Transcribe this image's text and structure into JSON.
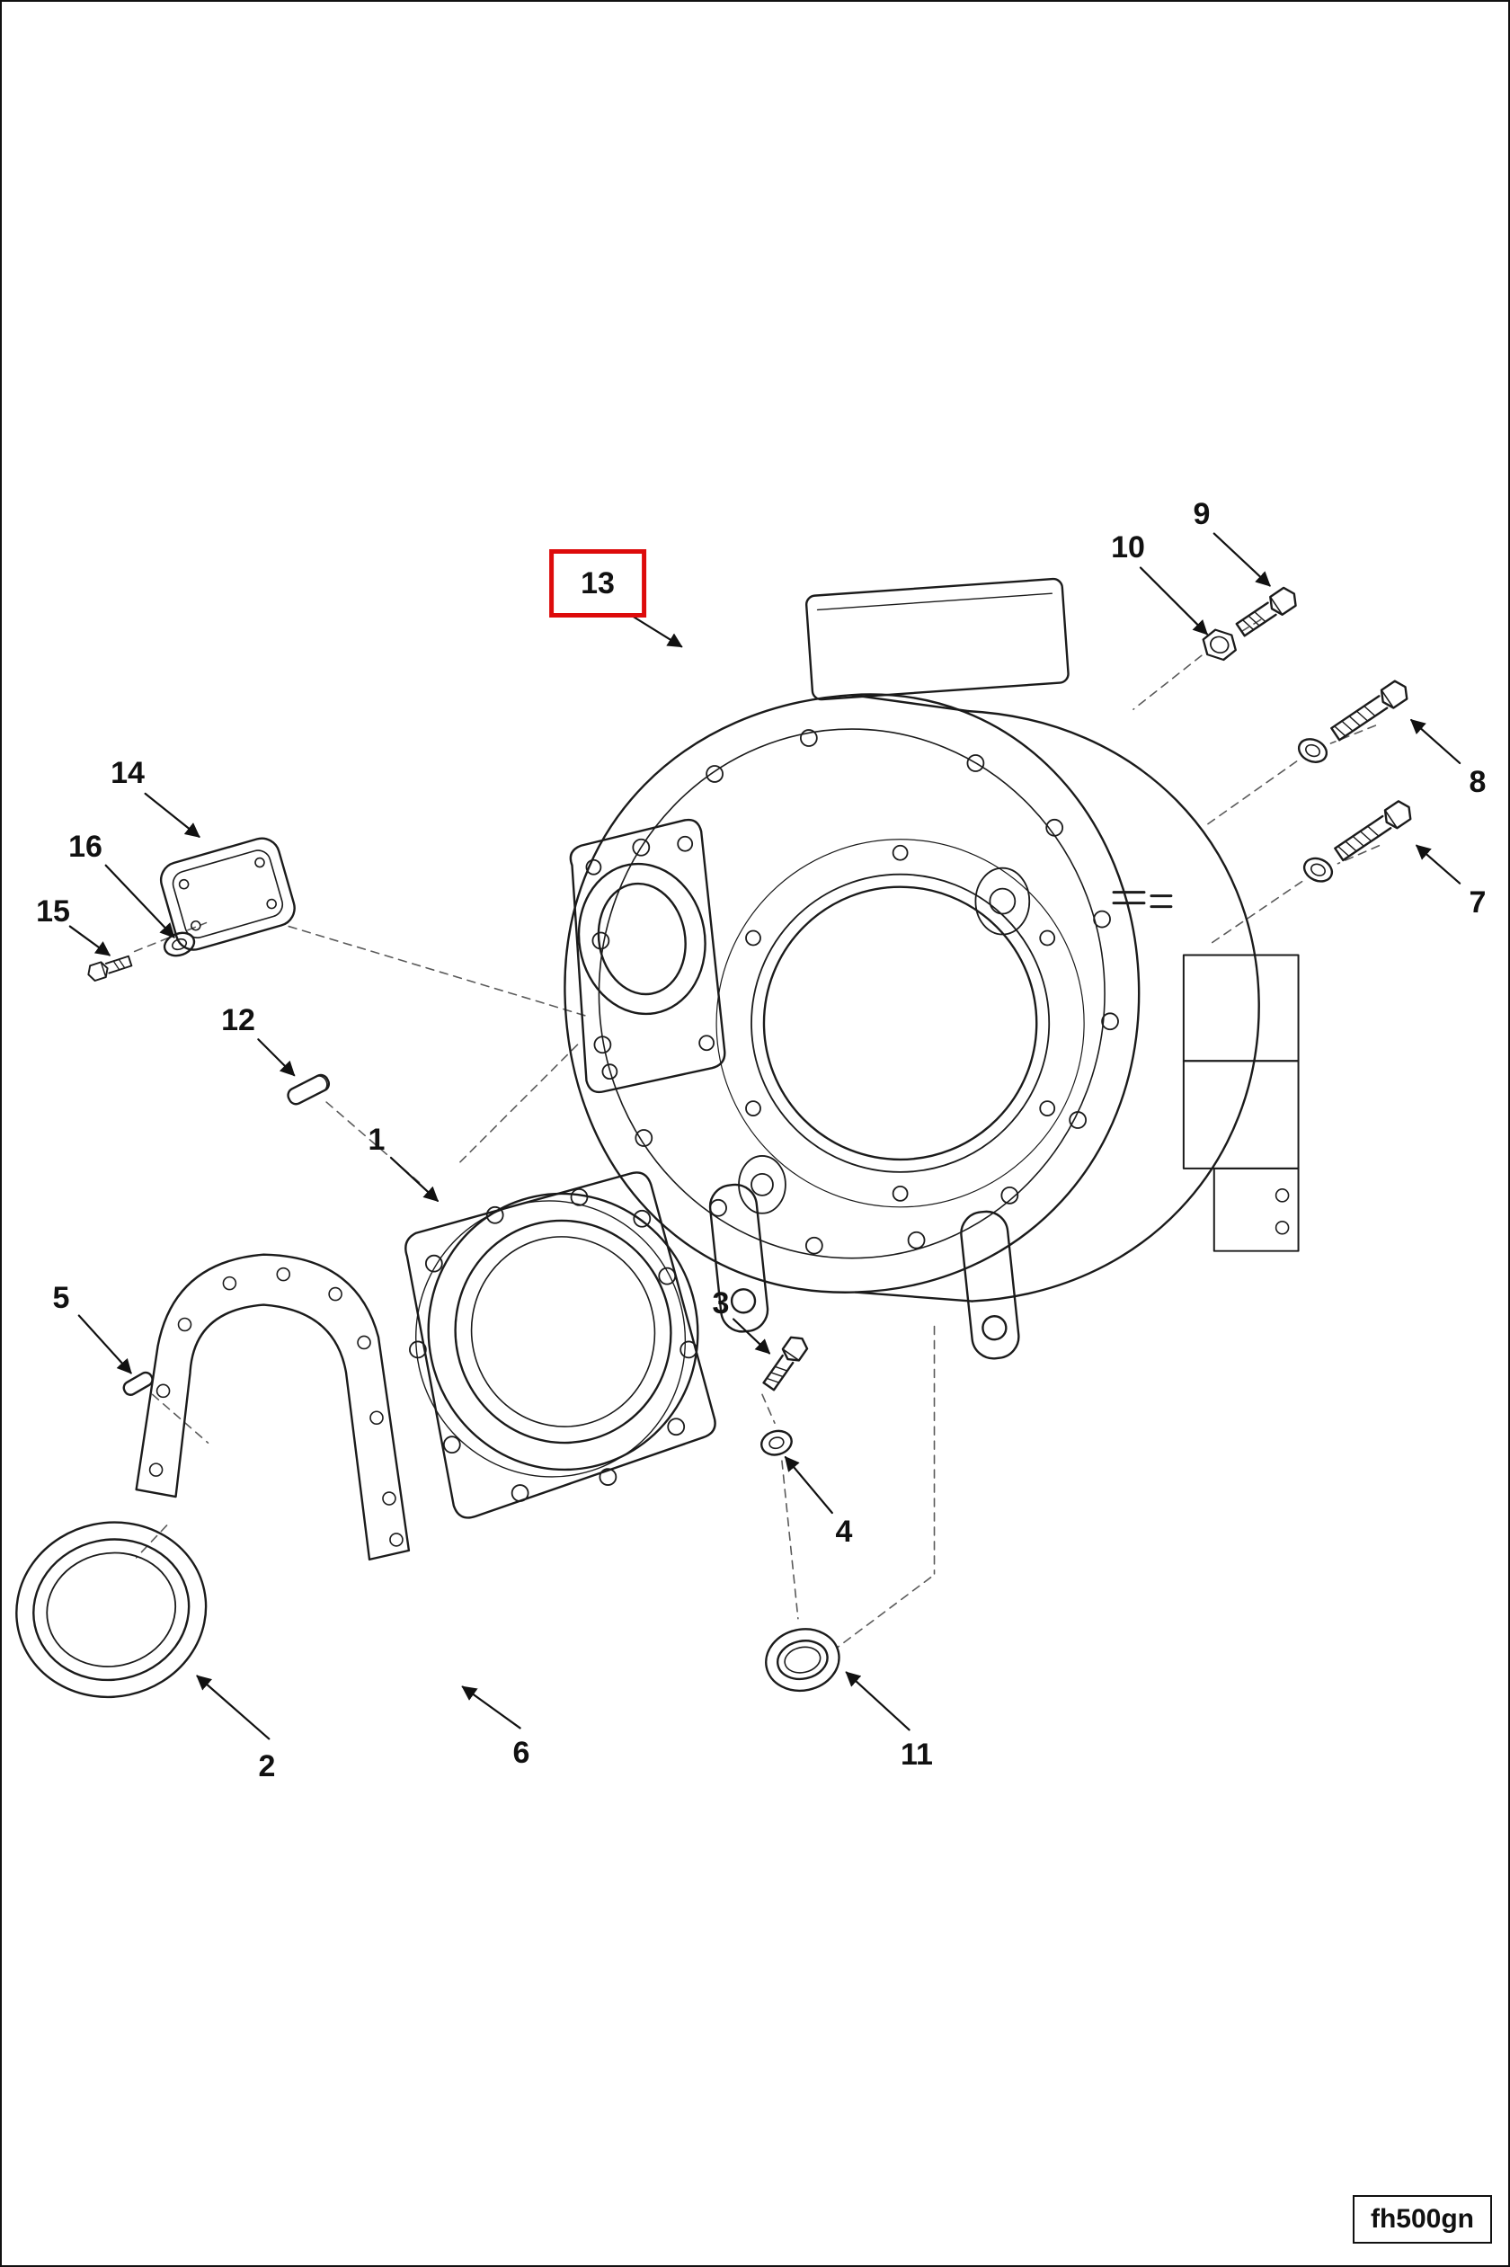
{
  "diagram": {
    "code": "fh500gn",
    "highlighted_label": "13",
    "line_color": "#1b1b1b",
    "highlight_color": "#dd0b0b",
    "callouts": [
      {
        "label": "1"
      },
      {
        "label": "2"
      },
      {
        "label": "3"
      },
      {
        "label": "4"
      },
      {
        "label": "5"
      },
      {
        "label": "6"
      },
      {
        "label": "7"
      },
      {
        "label": "8"
      },
      {
        "label": "9"
      },
      {
        "label": "10"
      },
      {
        "label": "11"
      },
      {
        "label": "12"
      },
      {
        "label": "13"
      },
      {
        "label": "14"
      },
      {
        "label": "15"
      },
      {
        "label": "16"
      }
    ]
  }
}
